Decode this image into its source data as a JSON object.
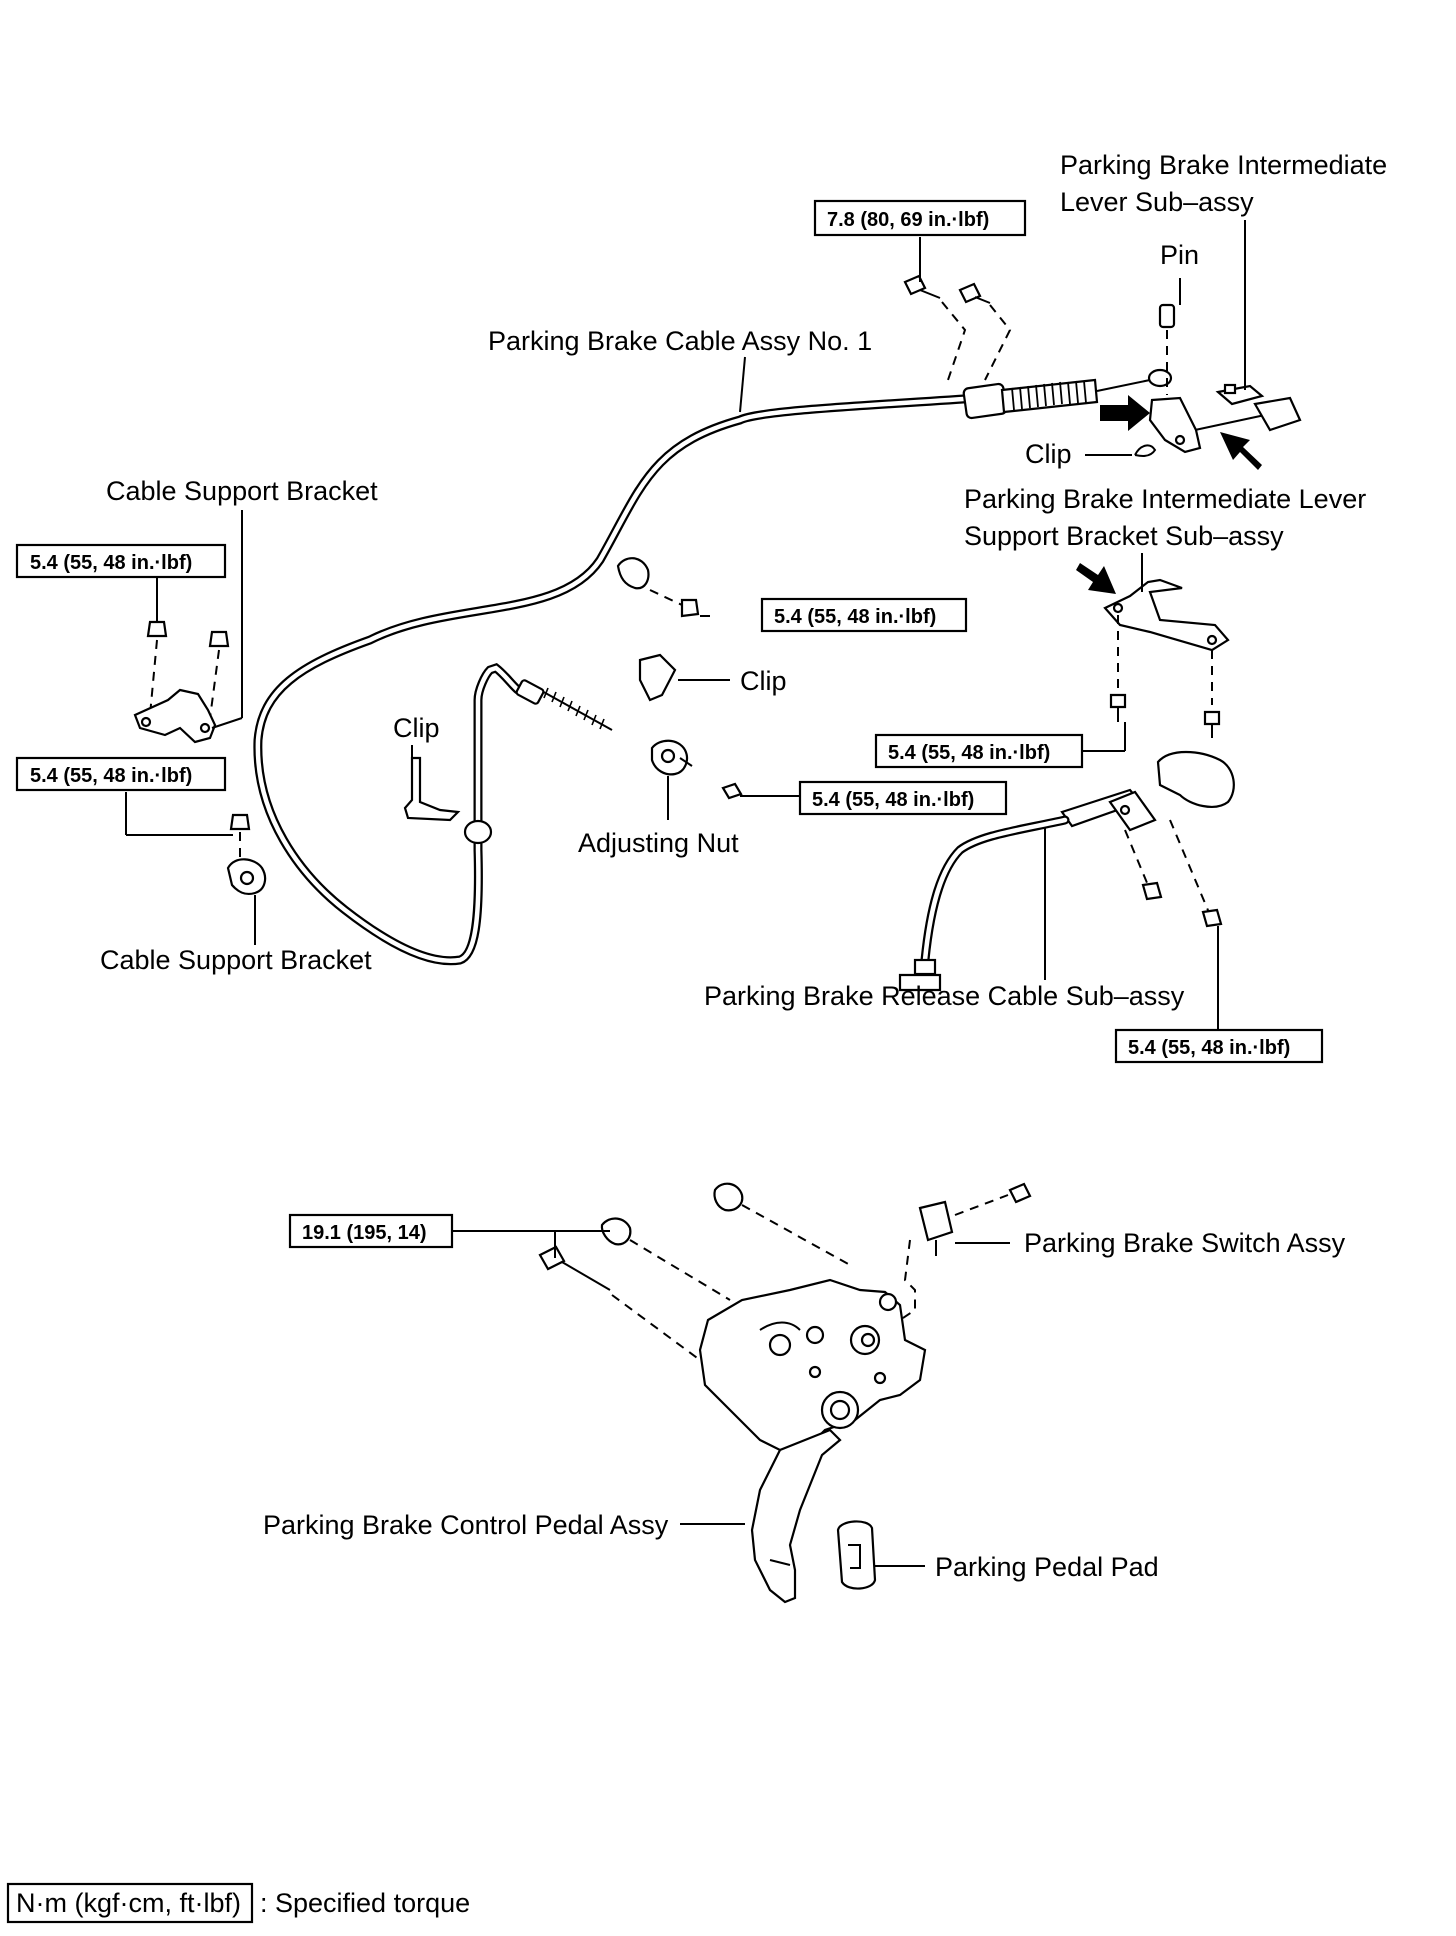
{
  "labels": {
    "intermediate_lever_line1": "Parking Brake Intermediate",
    "intermediate_lever_line2": "Lever Sub–assy",
    "pin": "Pin",
    "cable_no1": "Parking Brake Cable Assy No. 1",
    "clip_top": "Clip",
    "support_bracket_line1": "Parking Brake Intermediate Lever",
    "support_bracket_line2": "Support Bracket Sub–assy",
    "cable_support_bracket_top": "Cable Support Bracket",
    "clip_middle": "Clip",
    "clip_left": "Clip",
    "adjusting_nut": "Adjusting Nut",
    "cable_support_bracket_bottom": "Cable Support Bracket",
    "release_cable": "Parking Brake Release Cable Sub–assy",
    "switch_assy": "Parking Brake Switch Assy",
    "control_pedal": "Parking Brake Control Pedal Assy",
    "pedal_pad": "Parking Pedal Pad"
  },
  "torques": {
    "top_bolt": "7.8 (80, 69 in.·lbf)",
    "left_top_bracket": "5.4 (55, 48 in.·lbf)",
    "left_bottom_bracket": "5.4 (55, 48 in.·lbf)",
    "center_upper_nut": "5.4 (55, 48 in.·lbf)",
    "center_lower_nut": "5.4 (55, 48 in.·lbf)",
    "support_bracket_bolt": "5.4 (55, 48 in.·lbf)",
    "release_cable_bolt": "5.4 (55, 48 in.·lbf)",
    "pedal_bolts": "19.1 (195, 14)"
  },
  "legend": {
    "unit_box": "N·m (kgf·cm, ft·lbf)",
    "description": ": Specified torque"
  }
}
